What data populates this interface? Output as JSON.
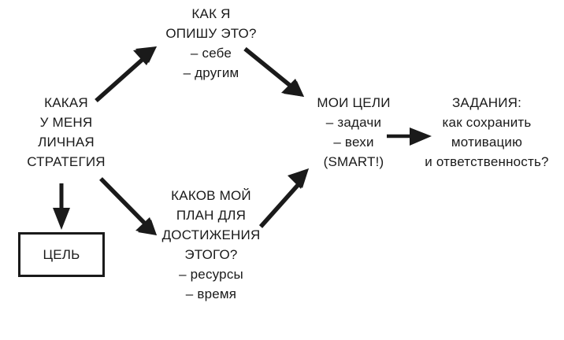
{
  "diagram": {
    "title": "Personal strategy flow diagram",
    "background_color": "#ffffff",
    "ink_color": "#1a1a1a",
    "nodes": {
      "strategy": {
        "id": "strategy",
        "lines": [
          "КАКАЯ",
          "У МЕНЯ",
          "ЛИЧНАЯ",
          "СТРАТЕГИЯ"
        ]
      },
      "describe": {
        "id": "describe",
        "lines": [
          "КАК Я",
          "ОПИШУ ЭТО?",
          "– себе",
          "– другим"
        ]
      },
      "goal_box": {
        "id": "goal_box",
        "label": "ЦЕЛЬ",
        "boxed": true
      },
      "plan": {
        "id": "plan",
        "lines": [
          "КАКОВ МОЙ",
          "ПЛАН ДЛЯ",
          "ДОСТИЖЕНИЯ",
          "ЭТОГО?",
          "– ресурсы",
          "– время"
        ]
      },
      "my_goals": {
        "id": "my_goals",
        "lines": [
          "МОИ ЦЕЛИ",
          "– задачи",
          "– вехи",
          "(SMART!)"
        ]
      },
      "tasks": {
        "id": "tasks",
        "lines": [
          "ЗАДАНИЯ:",
          "как сохранить",
          "мотивацию",
          "и ответственность?"
        ]
      }
    },
    "arrows": [
      {
        "id": "strategy-to-describe",
        "from": "strategy",
        "to": "describe",
        "direction": "up-right"
      },
      {
        "id": "strategy-to-goal-box",
        "from": "strategy",
        "to": "goal_box",
        "direction": "down"
      },
      {
        "id": "strategy-to-plan",
        "from": "strategy",
        "to": "plan",
        "direction": "down-right"
      },
      {
        "id": "describe-to-my-goals",
        "from": "describe",
        "to": "my_goals",
        "direction": "down-right"
      },
      {
        "id": "plan-to-my-goals",
        "from": "plan",
        "to": "my_goals",
        "direction": "up-right"
      },
      {
        "id": "my-goals-to-tasks",
        "from": "my_goals",
        "to": "tasks",
        "direction": "right"
      }
    ]
  }
}
